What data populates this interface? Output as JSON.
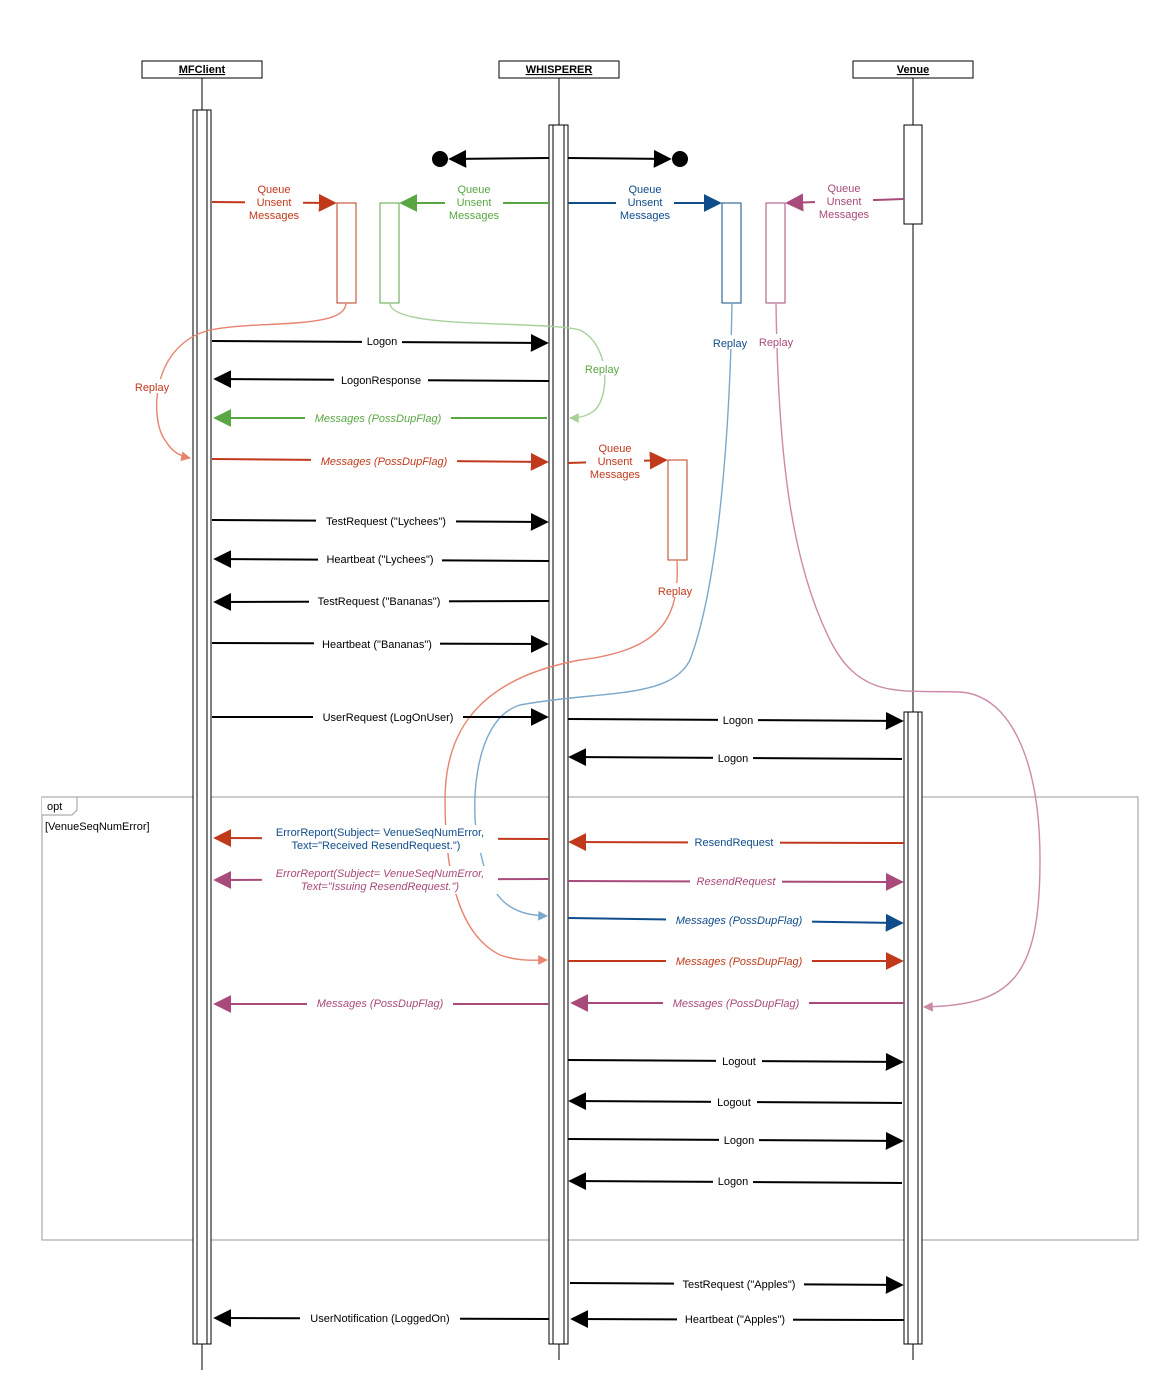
{
  "colors": {
    "black": "#000000",
    "red": "#c0391b",
    "red_light": "#e8836e",
    "green": "#5aa643",
    "green_light": "#a8d19a",
    "blue": "#0f4c8a",
    "blue_light": "#7ca8cc",
    "purple": "#a84a7a",
    "purple_light": "#cc8aa8",
    "frame": "#9a9a9a"
  },
  "actors": [
    {
      "id": "mfclient",
      "label": "MFClient"
    },
    {
      "id": "whisperer",
      "label": "WHISPERER"
    },
    {
      "id": "venue",
      "label": "Venue"
    }
  ],
  "queue_labels": {
    "red": [
      "Queue",
      "Unsent",
      "Messages"
    ],
    "green": [
      "Queue",
      "Unsent",
      "Messages"
    ],
    "blue": [
      "Queue",
      "Unsent",
      "Messages"
    ],
    "purple": [
      "Queue",
      "Unsent",
      "Messages"
    ],
    "red2": [
      "Queue",
      "Unsent",
      "Messages"
    ]
  },
  "replay_label": "Replay",
  "messages": {
    "logon": "Logon",
    "logon_response": "LogonResponse",
    "green_msgs": "Messages (PossDupFlag)",
    "red_msgs": "Messages (PossDupFlag)",
    "test_lychees": "TestRequest (\"Lychees\")",
    "hb_lychees": "Heartbeat (\"Lychees\")",
    "test_bananas": "TestRequest (\"Bananas\")",
    "hb_bananas": "Heartbeat (\"Bananas\")",
    "user_request": "UserRequest (LogOnUser)",
    "venue_logon_out": "Logon",
    "venue_logon_in": "Logon",
    "error1_line1": "ErrorReport(Subject= VenueSeqNumError,",
    "error1_line2": "Text=\"Received ResendRequest.\")",
    "resend_in": "ResendRequest",
    "error2_line1": "ErrorReport(Subject= VenueSeqNumError,",
    "error2_line2": "Text=\"Issuing ResendRequest.\")",
    "resend_out": "ResendRequest",
    "blue_msgs_out": "Messages (PossDupFlag)",
    "red_msgs_out": "Messages (PossDupFlag)",
    "purple_msgs_client": "Messages (PossDupFlag)",
    "purple_msgs_in": "Messages (PossDupFlag)",
    "logout_out": "Logout",
    "logout_in": "Logout",
    "logon_out2": "Logon",
    "logon_in2": "Logon",
    "test_apples": "TestRequest (\"Apples\")",
    "hb_apples": "Heartbeat (\"Apples\")",
    "user_notification": "UserNotification (LoggedOn)"
  },
  "frame": {
    "tag": "opt",
    "guard": "[VenueSeqNumError]"
  }
}
